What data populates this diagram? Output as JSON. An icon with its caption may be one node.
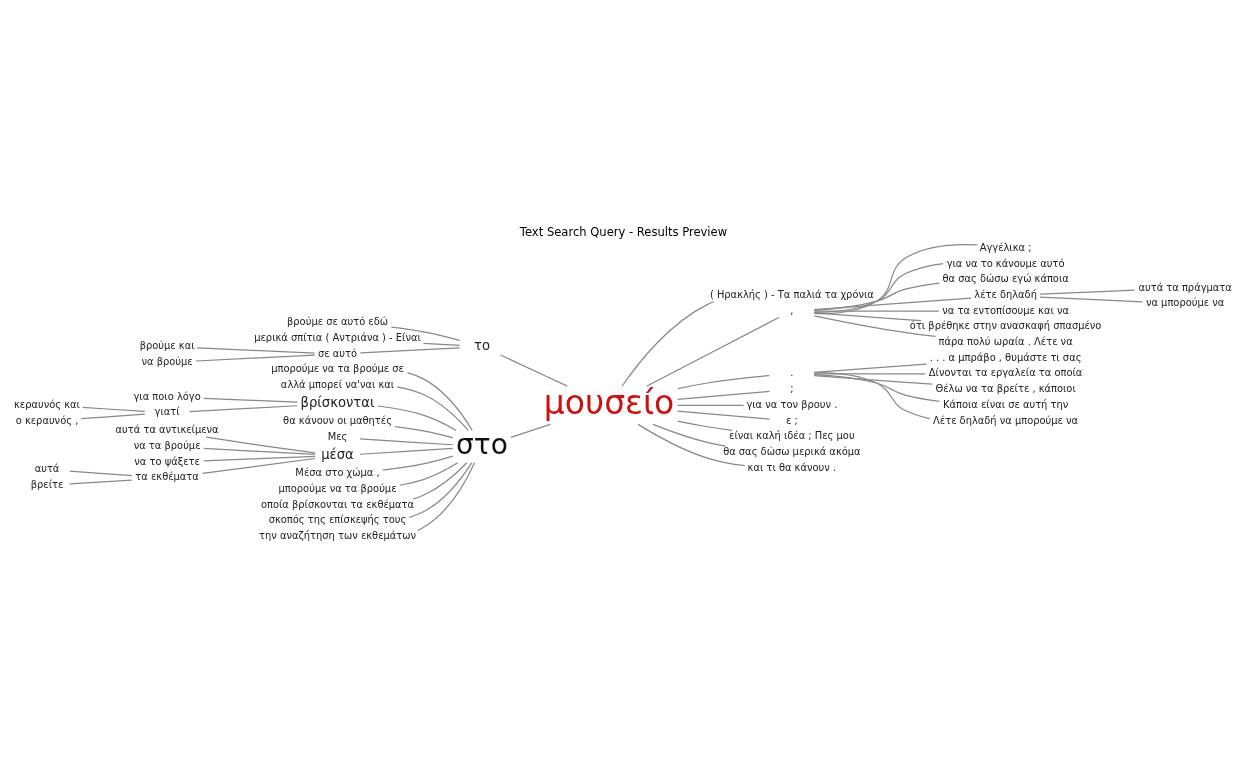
{
  "diagram": {
    "title": "Text Search Query - Results Preview",
    "nodes": [
      {
        "text": [
          "μπορούμε να τα βρούμε σε"
        ]
      },
      {
        "text": [
          "αλλά μπορεί να'ναι και"
        ]
      },
      {
        "text": [
          "για ποιο λόγο"
        ]
      },
      {
        "text": [
          "κεραυνός και"
        ]
      },
      {
        "text": [
          "ο κεραυνός ,"
        ]
      },
      {
        "text": [
          "γιατί"
        ]
      },
      {
        "text": [
          "βρίσκονται"
        ]
      },
      {
        "text": [
          "θα κάνουν οι μαθητές"
        ]
      },
      {
        "text": [
          "Μες"
        ]
      },
      {
        "text": [
          "αυτά τα αντικείμενα"
        ]
      },
      {
        "text": [
          "να τα βρούμε"
        ]
      },
      {
        "text": [
          "να το ψάξετε"
        ]
      },
      {
        "text": [
          "αυτά"
        ]
      },
      {
        "text": [
          "βρείτε"
        ]
      },
      {
        "text": [
          "τα εκθέματα"
        ]
      },
      {
        "text": [
          "μέσα"
        ]
      },
      {
        "text": [
          "Μέσα στο χώμα ,"
        ]
      },
      {
        "text": [
          "μπορούμε να τα βρούμε"
        ]
      },
      {
        "text": [
          "οποία βρίσκονται τα εκθέματα"
        ]
      },
      {
        "text": [
          "σκοπός της επίσκεψής τους"
        ]
      },
      {
        "text": [
          "την αναζήτηση των εκθεμάτων"
        ]
      },
      {
        "text": [
          "βρούμε σε αυτό εδώ"
        ]
      },
      {
        "text": [
          "μερικά σπίτια ( Αντριάνα ) - Είναι"
        ]
      },
      {
        "text": [
          "βρούμε και"
        ]
      },
      {
        "text": [
          "να βρούμε"
        ]
      },
      {
        "text": [
          "σε αυτό"
        ]
      },
      {
        "text": [
          "το"
        ]
      },
      {
        "text": [
          "στο"
        ]
      },
      {
        "text": [
          "μουσείο"
        ]
      },
      {
        "text": [
          "( Ηρακλής ) - Τα παλιά τα χρόνια"
        ]
      },
      {
        "text": [
          ","
        ]
      },
      {
        "text": [
          "Αγγέλικα ;"
        ]
      },
      {
        "text": [
          "για να το κάνουμε αυτό"
        ]
      },
      {
        "text": [
          "θα σας δώσω εγώ κάποια"
        ]
      },
      {
        "text": [
          "λέτε δηλαδή"
        ]
      },
      {
        "text": [
          "αυτά τα πράγματα"
        ]
      },
      {
        "text": [
          "να μπορούμε να"
        ]
      },
      {
        "text": [
          "να τα εντοπίσουμε και να"
        ]
      },
      {
        "text": [
          "ότι βρέθηκε στην ανασκαφή σπασμένο"
        ]
      },
      {
        "text": [
          "πάρα πολύ ωραία . Λέτε να"
        ]
      },
      {
        "text": [
          "."
        ]
      },
      {
        "text": [
          ". . . α μπράβο , θυμάστε τι σας"
        ]
      },
      {
        "text": [
          "Δίνονται τα εργαλεία τα οποία"
        ]
      },
      {
        "text": [
          "Θέλω να τα βρείτε , κάποιοι"
        ]
      },
      {
        "text": [
          "Κάποια είναι σε αυτή την"
        ]
      },
      {
        "text": [
          "Λέτε δηλαδή να μπορούμε να"
        ]
      },
      {
        "text": [
          ";"
        ]
      },
      {
        "text": [
          "για να τον βρουν ."
        ]
      },
      {
        "text": [
          "ε ;"
        ]
      },
      {
        "text": [
          "είναι καλή ιδέα ; Πες μου"
        ]
      },
      {
        "text": [
          "θα σας δώσω μερικά ακόμα"
        ]
      },
      {
        "text": [
          "και τι θα κάνουν ."
        ]
      }
    ],
    "edges": [
      {
        "from": 0,
        "to": 27,
        "arrow": "none"
      },
      {
        "from": 1,
        "to": 27,
        "arrow": "none"
      },
      {
        "from": 2,
        "to": 6,
        "arrow": "none"
      },
      {
        "from": 3,
        "to": 5,
        "arrow": "none"
      },
      {
        "from": 4,
        "to": 5,
        "arrow": "none"
      },
      {
        "from": 5,
        "to": 6,
        "arrow": "none"
      },
      {
        "from": 6,
        "to": 27,
        "arrow": "none"
      },
      {
        "from": 7,
        "to": 27,
        "arrow": "none"
      },
      {
        "from": 8,
        "to": 27,
        "arrow": "none"
      },
      {
        "from": 9,
        "to": 15,
        "arrow": "none"
      },
      {
        "from": 10,
        "to": 15,
        "arrow": "none"
      },
      {
        "from": 11,
        "to": 15,
        "arrow": "none"
      },
      {
        "from": 12,
        "to": 14,
        "arrow": "none"
      },
      {
        "from": 13,
        "to": 14,
        "arrow": "none"
      },
      {
        "from": 14,
        "to": 15,
        "arrow": "none"
      },
      {
        "from": 15,
        "to": 27,
        "arrow": "none"
      },
      {
        "from": 16,
        "to": 27,
        "arrow": "none"
      },
      {
        "from": 17,
        "to": 27,
        "arrow": "none"
      },
      {
        "from": 18,
        "to": 27,
        "arrow": "none"
      },
      {
        "from": 19,
        "to": 27,
        "arrow": "none"
      },
      {
        "from": 20,
        "to": 27,
        "arrow": "none"
      },
      {
        "from": 21,
        "to": 26,
        "arrow": "none"
      },
      {
        "from": 22,
        "to": 26,
        "arrow": "none"
      },
      {
        "from": 23,
        "to": 25,
        "arrow": "none"
      },
      {
        "from": 24,
        "to": 25,
        "arrow": "none"
      },
      {
        "from": 25,
        "to": 26,
        "arrow": "none"
      },
      {
        "from": 27,
        "to": 28,
        "arrow": "none"
      },
      {
        "from": 26,
        "to": 28,
        "arrow": "none"
      },
      {
        "from": 28,
        "to": 29,
        "arrow": "none"
      },
      {
        "from": 28,
        "to": 30,
        "arrow": "none"
      },
      {
        "from": 30,
        "to": 31,
        "arrow": "none"
      },
      {
        "from": 30,
        "to": 32,
        "arrow": "none"
      },
      {
        "from": 30,
        "to": 33,
        "arrow": "none"
      },
      {
        "from": 30,
        "to": 34,
        "arrow": "none"
      },
      {
        "from": 34,
        "to": 35,
        "arrow": "none"
      },
      {
        "from": 34,
        "to": 36,
        "arrow": "none"
      },
      {
        "from": 30,
        "to": 37,
        "arrow": "none"
      },
      {
        "from": 30,
        "to": 38,
        "arrow": "none"
      },
      {
        "from": 30,
        "to": 39,
        "arrow": "none"
      },
      {
        "from": 28,
        "to": 40,
        "arrow": "none"
      },
      {
        "from": 40,
        "to": 41,
        "arrow": "none"
      },
      {
        "from": 40,
        "to": 42,
        "arrow": "none"
      },
      {
        "from": 40,
        "to": 43,
        "arrow": "none"
      },
      {
        "from": 40,
        "to": 44,
        "arrow": "none"
      },
      {
        "from": 40,
        "to": 45,
        "arrow": "none"
      },
      {
        "from": 28,
        "to": 46,
        "arrow": "none"
      },
      {
        "from": 28,
        "to": 47,
        "arrow": "none"
      },
      {
        "from": 28,
        "to": 48,
        "arrow": "none"
      },
      {
        "from": 28,
        "to": 49,
        "arrow": "none"
      },
      {
        "from": 28,
        "to": 50,
        "arrow": "none"
      },
      {
        "from": 28,
        "to": 51,
        "arrow": "none"
      }
    ]
  }
}
